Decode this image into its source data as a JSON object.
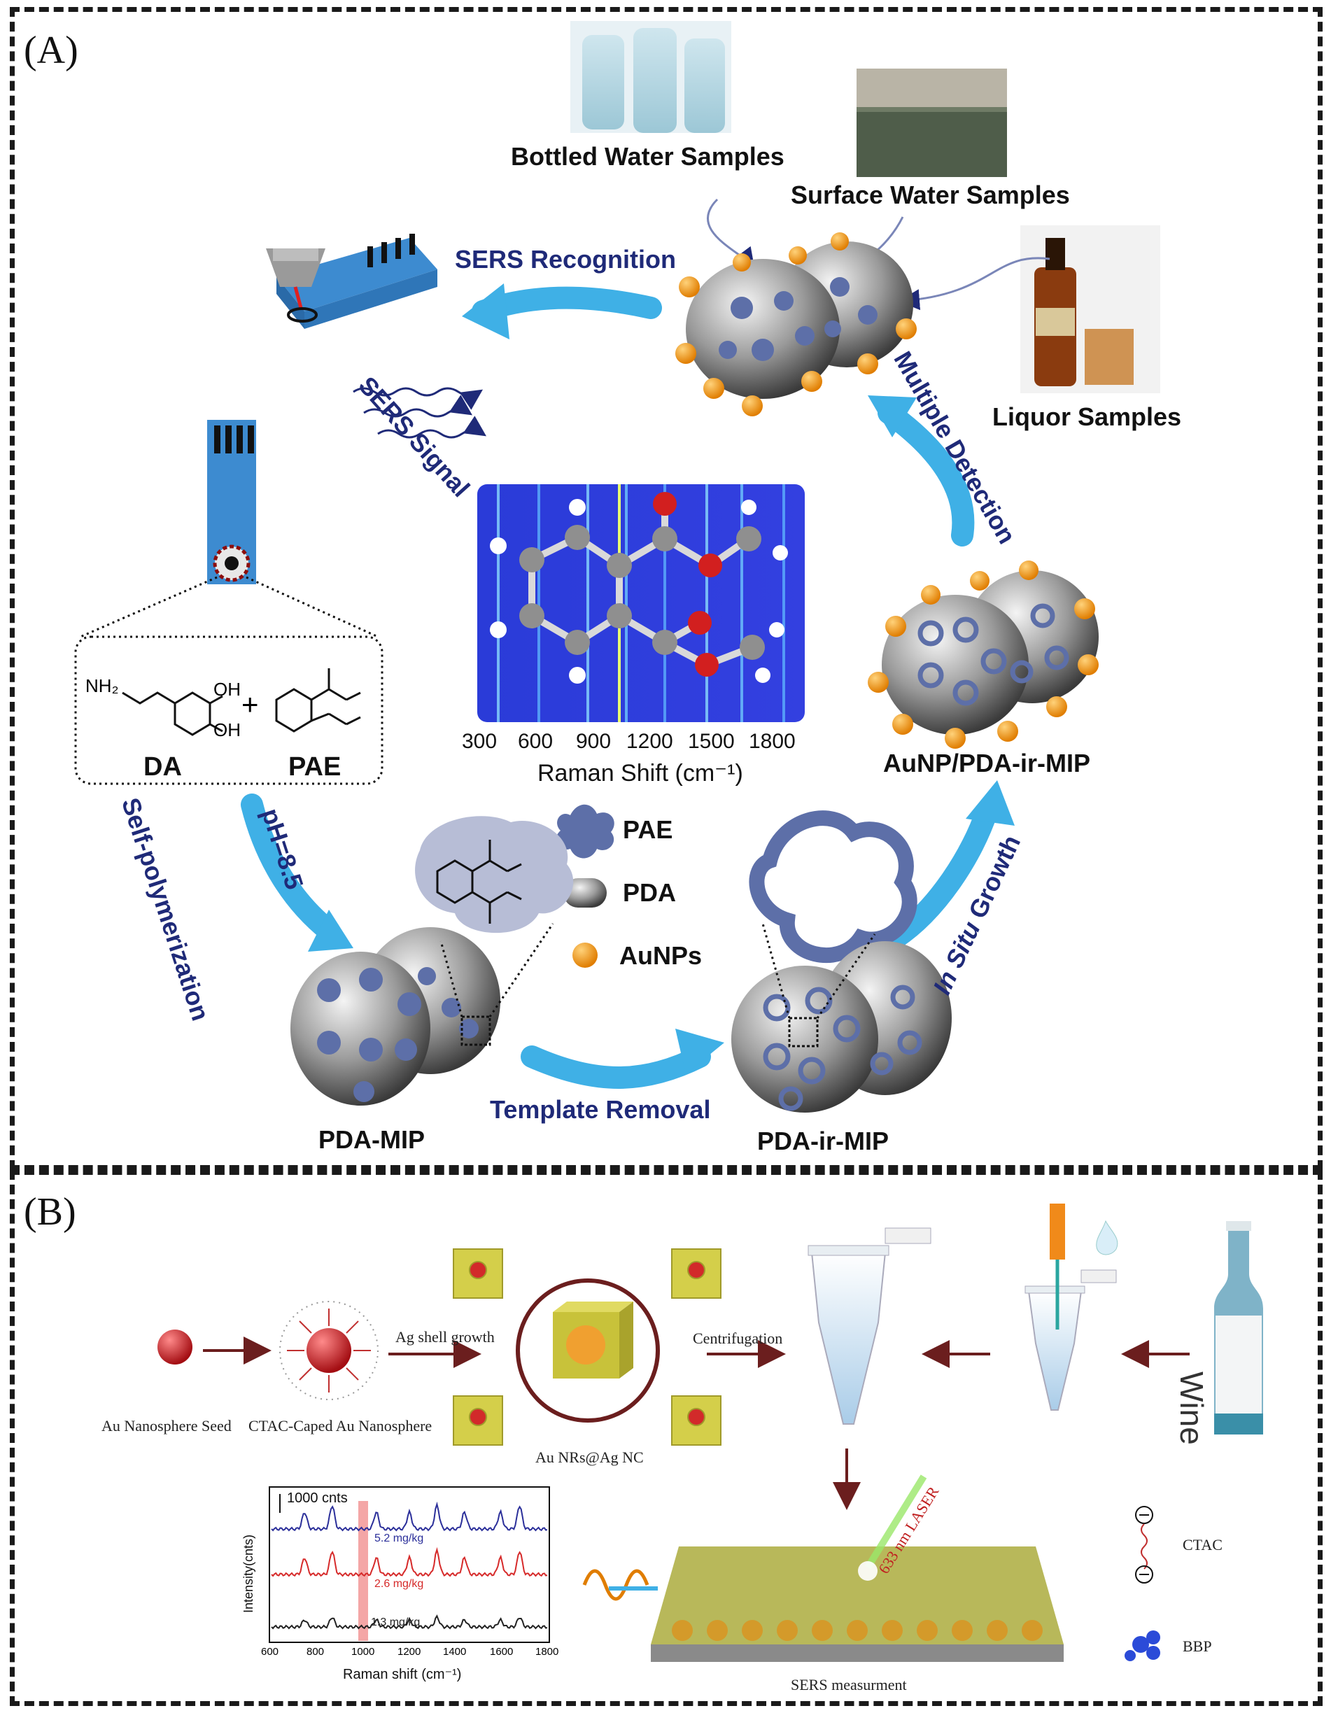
{
  "panelA": {
    "letter": "(A)",
    "samples": {
      "bottled": "Bottled Water Samples",
      "surface": "Surface Water Samples",
      "liquor": "Liquor Samples"
    },
    "steps": {
      "sers_recognition": "SERS Recognition",
      "sers_signal": "SERS Signal",
      "multiple_detection": "Multiple Detection",
      "self_polymerization": "Self-polymerization",
      "ph": "pH=8.5",
      "template_removal": "Template Removal",
      "in_situ": "In Situ",
      "growth": " Growth"
    },
    "molecules": {
      "da": "DA",
      "pae": "PAE",
      "plus": "+",
      "nh2": "NH₂",
      "oh1": "OH",
      "oh2": "OH"
    },
    "materials": {
      "pda_mip": "PDA-MIP",
      "pda_ir_mip": "PDA-ir-MIP",
      "aunp_pda_ir_mip": "AuNP/PDA-ir-MIP"
    },
    "legend": {
      "pae": "PAE",
      "pda": "PDA",
      "aunps": "AuNPs"
    },
    "raman_axis": {
      "ticks": [
        "300",
        "600",
        "900",
        "1200",
        "1500",
        "1800"
      ],
      "label": "Raman Shift (cm⁻¹)"
    },
    "colors": {
      "arrow": "#3fb0e6",
      "navy_text": "#1f2a78",
      "gold": "#f39a12",
      "pae_blue": "#5d6fa8"
    }
  },
  "panelB": {
    "letter": "(B)",
    "labels": {
      "seed": "Au Nanosphere Seed",
      "ctac_caped": "CTAC-Caped Au Nanosphere",
      "ag_shell": "Ag shell growth",
      "centrifugation": "Centrifugation",
      "nc": "Au NRs@Ag NC",
      "wine": "Wine",
      "laser": "633 nm LASER",
      "sers_measurement": "SERS measurment",
      "ctac": "CTAC",
      "bbp": "BBP",
      "scale": "1000 cnts",
      "ylabel": "Intensity(cnts)",
      "xlabel": "Raman shift (cm⁻¹)"
    },
    "spectrum_ticks": [
      "600",
      "800",
      "1000",
      "1200",
      "1400",
      "1600",
      "1800"
    ],
    "series": [
      {
        "name": "5.2 mg/kg",
        "color": "#2b2f9a"
      },
      {
        "name": "2.6 mg/kg",
        "color": "#d62a2a"
      },
      {
        "name": "1.3 mg/kg",
        "color": "#222222"
      }
    ]
  }
}
